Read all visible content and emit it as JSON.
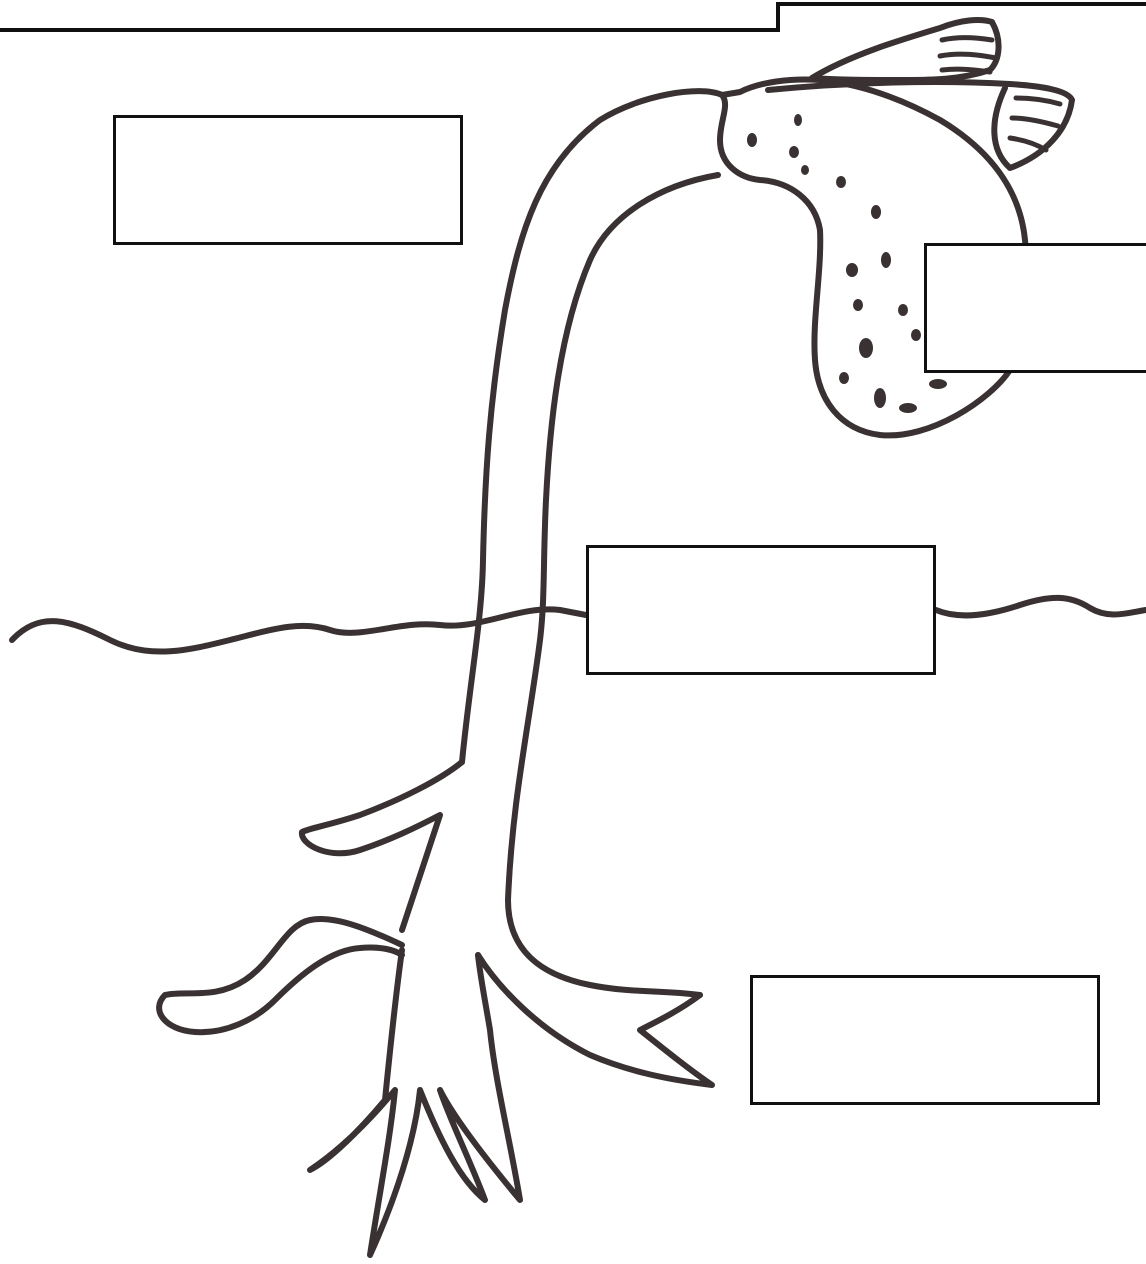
{
  "colors": {
    "ink": "#3a3232",
    "box_border": "#111111",
    "background": "#ffffff"
  },
  "label_boxes": [
    {
      "id": "top-left",
      "text": ""
    },
    {
      "id": "seed",
      "text": ""
    },
    {
      "id": "ground",
      "text": ""
    },
    {
      "id": "roots",
      "text": ""
    }
  ]
}
